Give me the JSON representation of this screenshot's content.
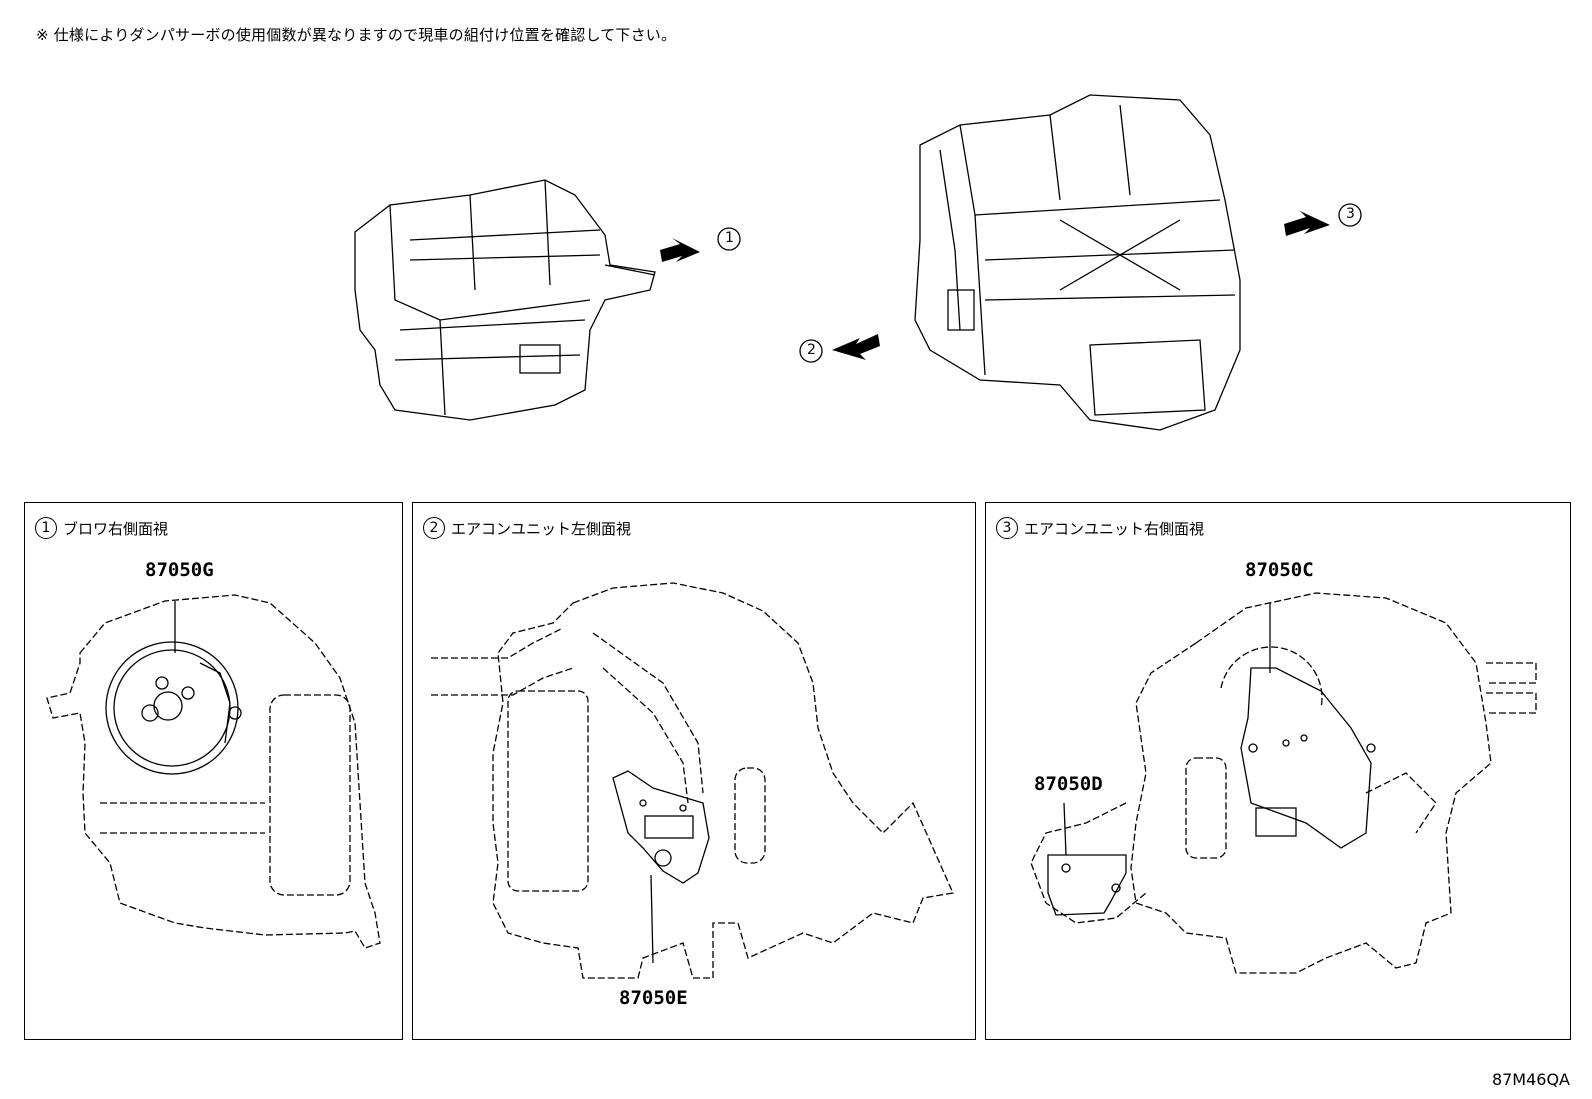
{
  "note": "※ 仕様によりダンパサーボの使用個数が異なりますので現車の組付け位置を確認して下さい。",
  "callouts": [
    "1",
    "2",
    "3"
  ],
  "panels": [
    {
      "num": "1",
      "title": "ブロワ右側面視",
      "parts": [
        "87050G"
      ]
    },
    {
      "num": "2",
      "title": "エアコンユニット左側面視",
      "parts": [
        "87050E"
      ]
    },
    {
      "num": "3",
      "title": "エアコンユニット右側面視",
      "parts": [
        "87050C",
        "87050D"
      ]
    }
  ],
  "figure_code": "87M46QA"
}
